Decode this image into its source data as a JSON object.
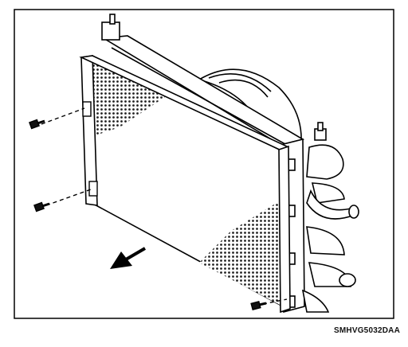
{
  "figure": {
    "code": "SMHVG5032DAA",
    "parts": {
      "bolts": [
        "bolt-upper-left",
        "bolt-lower-left",
        "bolt-lower-right"
      ],
      "arrow": "removal-direction-arrow"
    }
  }
}
